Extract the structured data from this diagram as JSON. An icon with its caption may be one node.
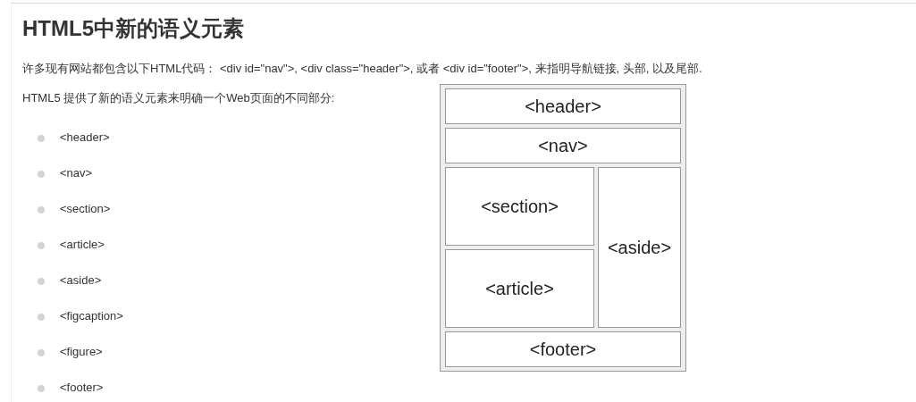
{
  "diagram": {
    "title": "HTML5中新的语义元素",
    "nodes": [
      {
        "text": [],
        "shape": "box"
      },
      {
        "text": [
          "<header>"
        ],
        "in": 0
      },
      {
        "text": [
          "<nav>"
        ],
        "in": 0
      },
      {
        "text": [
          "<section>"
        ],
        "in": 0
      },
      {
        "text": [
          "<aside>"
        ],
        "in": 0
      },
      {
        "text": [
          "<article>"
        ],
        "in": 0
      },
      {
        "text": [
          "<footer>"
        ],
        "in": 0
      }
    ],
    "labels": [
      "许多现有网站都包含以下HTML代码： <div id=\"nav\">, <div class=\"header\">, 或者 <div id=\"footer\">, 来指明导航链接, 头部, 以及尾部.",
      "HTML5 提供了新的语义元素来明确一个Web页面的不同部分:",
      "<header>",
      "<nav>",
      "<section>",
      "<article>",
      "<aside>",
      "<figcaption>",
      "<figure>",
      "<footer>"
    ]
  }
}
